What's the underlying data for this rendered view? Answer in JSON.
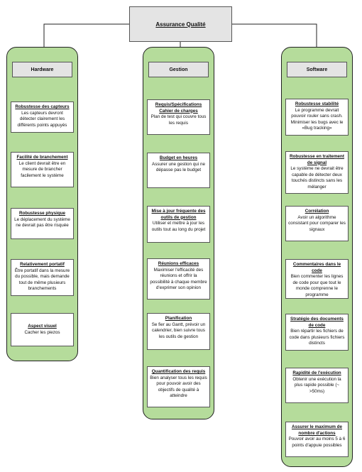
{
  "root": {
    "title": "Assurance Qualité"
  },
  "columns": [
    {
      "title": "Hardware",
      "cards": [
        {
          "title": "Robustesse des capteurs",
          "desc": "Les capteurs devront détecter clairement les différents points appuyés"
        },
        {
          "title": "Facilité de branchement",
          "desc": "Le client devrait être en mesure de brancher facilement le système"
        },
        {
          "title": "Robustesse physique",
          "desc": "Le déplacement du système ne devrait pas être risquée"
        },
        {
          "title": "Relativement portatif",
          "desc": "Être portatif dans la mesure du possible, mais demande tout de même plusieurs branchements"
        },
        {
          "title": "Aspect visuel",
          "desc": "Cacher les piezos"
        }
      ]
    },
    {
      "title": "Gestion",
      "cards": [
        {
          "title": "Requis/Spécifications Cahier de charges",
          "desc": "Plan de test qui couvre tous les requis"
        },
        {
          "title": "Budget en heures",
          "desc": "Assurer une gestion qui ne dépasse pas le budget"
        },
        {
          "title": "Mise à jour fréquente des outils de gestion",
          "desc": "Utiliser et mettre à jour les outils tout au long du projet"
        },
        {
          "title": "Réunions efficaces",
          "desc": "Maximiser l'efficacité des réunions et offrir la possibilité à chaque membre d'exprimer son opinion"
        },
        {
          "title": "Planification",
          "desc": "Se fier au Gantt, prévoir un calendrier, bien suivre tous les outils de gestion"
        },
        {
          "title": "Quantification des requis",
          "desc": "Bien analyser tous les requis pour pouvoir avoir des objectifs de qualité à atteindre"
        }
      ]
    },
    {
      "title": "Software",
      "cards": [
        {
          "title": "Robustesse stabilité",
          "desc": "Le programme devrait pouvoir rouler sans crash. Minimiser les bugs avec le «Bug tracking»"
        },
        {
          "title": "Robustesse en traitement de signal",
          "desc": "Le système ne devrait être capable de détecter deux touchés distincts sans les mélanger"
        },
        {
          "title": "Corrélation",
          "desc": "Avoir un algorithme consistant pour comparer les signaux"
        },
        {
          "title": "Commentaires dans le code",
          "desc": "Bien commenter les lignes de code pour que tout le monde comprenne le programme"
        },
        {
          "title": "Stratégie des documents de code",
          "desc": "Bien répartir les fichiers de code dans plusieurs fichiers distincts"
        },
        {
          "title": "Rapidité de l'exécution",
          "desc": "Obtenir une exécution la plus rapide possible (~ >50ms)"
        },
        {
          "title": "Assurer le maximum de nombre d'actions",
          "desc": "Pouvoir avoir au moins 5 à 6 points d'appuie possibles"
        }
      ]
    }
  ]
}
